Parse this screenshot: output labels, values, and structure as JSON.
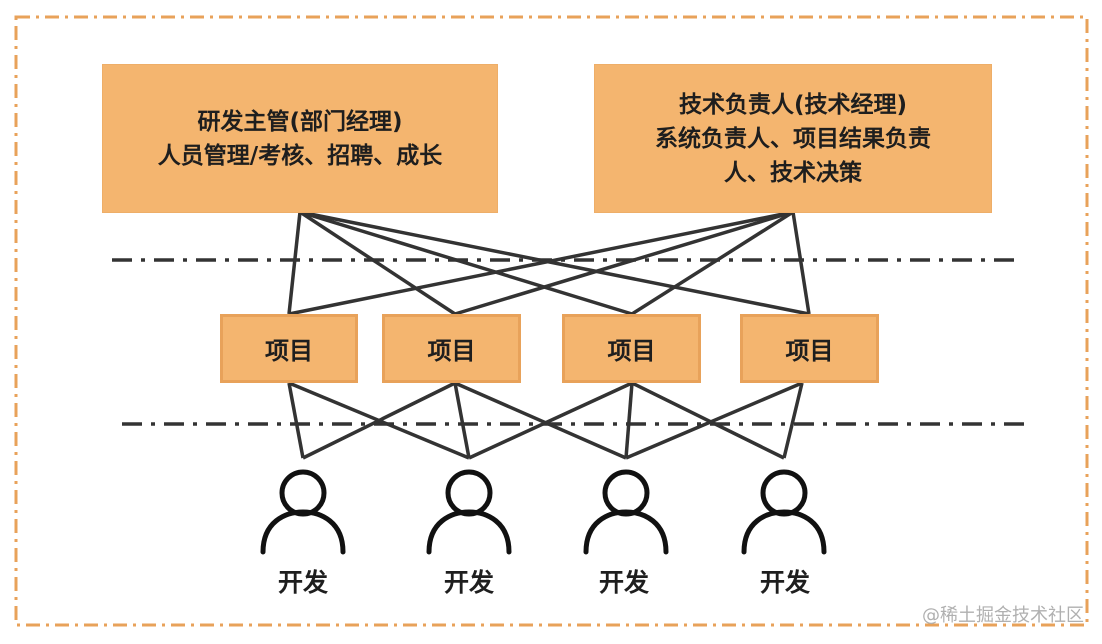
{
  "managers": [
    {
      "lines": [
        "研发主管(部门经理)",
        "人员管理/考核、招聘、成长"
      ]
    },
    {
      "lines": [
        "技术负责人(技术经理)",
        "系统负责人、项目结果负责",
        "人、技术决策"
      ]
    }
  ],
  "projects": [
    "项目",
    "项目",
    "项目",
    "项目"
  ],
  "developers": [
    "开发",
    "开发",
    "开发",
    "开发"
  ],
  "watermark": "@稀土掘金技术社区",
  "colors": {
    "box_fill": "#f4b56f",
    "box_border": "#e8a25a",
    "frame": "#e8a25a",
    "line": "#333333"
  }
}
